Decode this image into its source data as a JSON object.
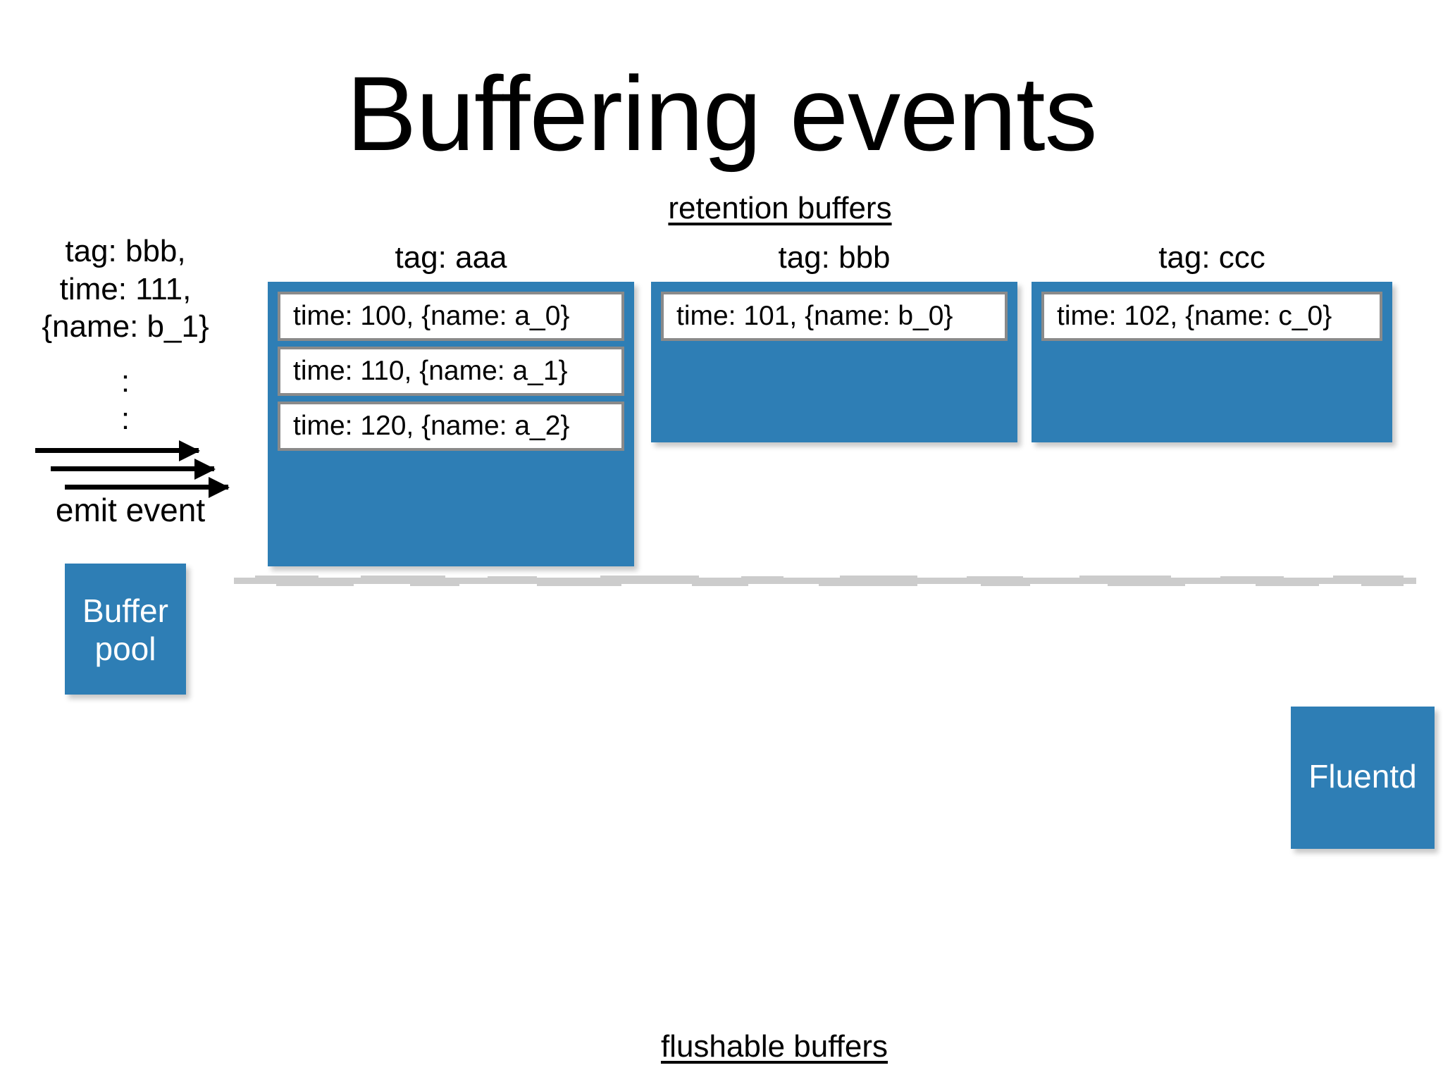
{
  "slide": {
    "title": "Buffering events",
    "background_color": "#ffffff",
    "accent_color": "#2E7EB5",
    "entry_border_color": "#8a8a8a",
    "divider_color": "#cccccc"
  },
  "captions": {
    "retention": "retention buffers",
    "flushable": "flushable buffers"
  },
  "incoming": {
    "event_text": "tag: bbb,\ntime: 111,\n{name: b_1}",
    "ellipsis_dot": ":",
    "emit_label": "emit event"
  },
  "buffer_pool": {
    "label": "Buffer\npool"
  },
  "fluentd": {
    "label": "Fluentd"
  },
  "retention_buffers": [
    {
      "tag": "tag: aaa",
      "entries": [
        "time: 100, {name: a_0}",
        "time: 110, {name: a_1}",
        "time: 120, {name: a_2}"
      ]
    },
    {
      "tag": "tag: bbb",
      "entries": [
        "time: 101, {name: b_0}"
      ]
    },
    {
      "tag": "tag: ccc",
      "entries": [
        "time: 102, {name: c_0}"
      ]
    }
  ]
}
